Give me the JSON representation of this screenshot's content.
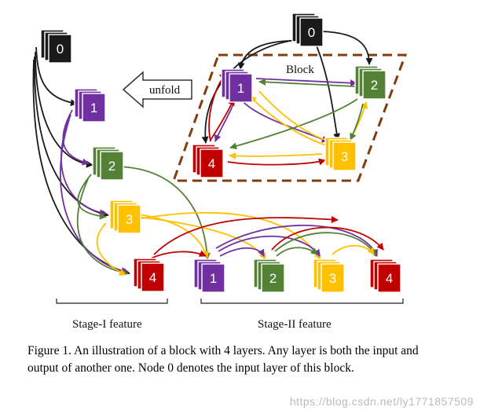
{
  "colors": {
    "node0": "#1a1a1a",
    "node1": "#7030a0",
    "node2": "#538135",
    "node3": "#ffc000",
    "node4": "#c00000",
    "block_border": "#843c0c"
  },
  "labels": {
    "node0": "0",
    "node1": "1",
    "node2": "2",
    "node3": "3",
    "node4": "4",
    "block": "Block",
    "unfold": "unfold",
    "stage1": "Stage-I feature",
    "stage2": "Stage-II feature"
  },
  "caption": {
    "prefix": "Figure 1.",
    "text": "An illustration of a block with 4 layers.  Any layer is both the input and output of another one. Node 0 denotes the input layer of this block."
  },
  "watermark": "https://blog.csdn.net/ly1771857509"
}
